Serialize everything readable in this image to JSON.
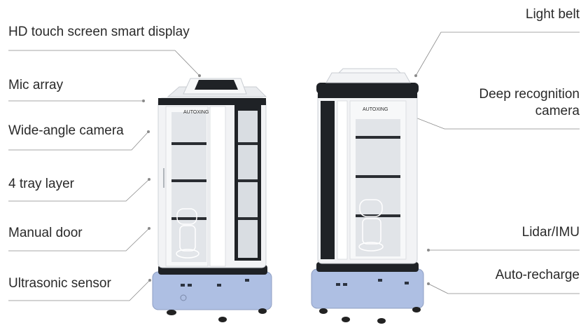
{
  "labels_left": [
    {
      "id": "hd-touch-screen",
      "text": "HD touch screen smart display"
    },
    {
      "id": "mic-array",
      "text": "Mic array"
    },
    {
      "id": "wide-angle-camera",
      "text": "Wide-angle camera"
    },
    {
      "id": "tray-layer",
      "text": "4 tray layer"
    },
    {
      "id": "manual-door",
      "text": "Manual door"
    },
    {
      "id": "ultrasonic-sensor",
      "text": "Ultrasonic sensor"
    }
  ],
  "labels_right": [
    {
      "id": "light-belt",
      "text": "Light belt"
    },
    {
      "id": "deep-recognition-camera-line1",
      "text": "Deep recognition"
    },
    {
      "id": "deep-recognition-camera-line2",
      "text": "camera"
    },
    {
      "id": "lidar-imu",
      "text": "Lidar/IMU"
    },
    {
      "id": "auto-recharge",
      "text": "Auto-recharge"
    }
  ],
  "robot_brand": "AUTOXING",
  "colors": {
    "body_white": "#f2f3f5",
    "frame_dark": "#1f2226",
    "base_blue": "#aebfe3",
    "glass": "#d9dde2",
    "leader_line": "#8a8a8a",
    "text": "#2a2a2a"
  }
}
